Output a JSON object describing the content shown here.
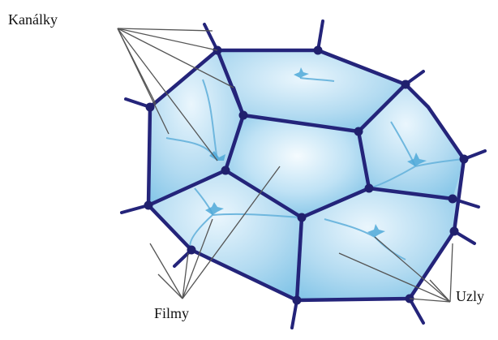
{
  "labels": {
    "kanalky": "Kanálky",
    "filmy": "Filmy",
    "uzly": "Uzly"
  },
  "colors": {
    "cell_fill_light": "#eef7fd",
    "cell_fill_dark": "#8ccbec",
    "edge": "#24247a",
    "plateau_border": "#5ab4dc",
    "leader_line": "#555555"
  }
}
